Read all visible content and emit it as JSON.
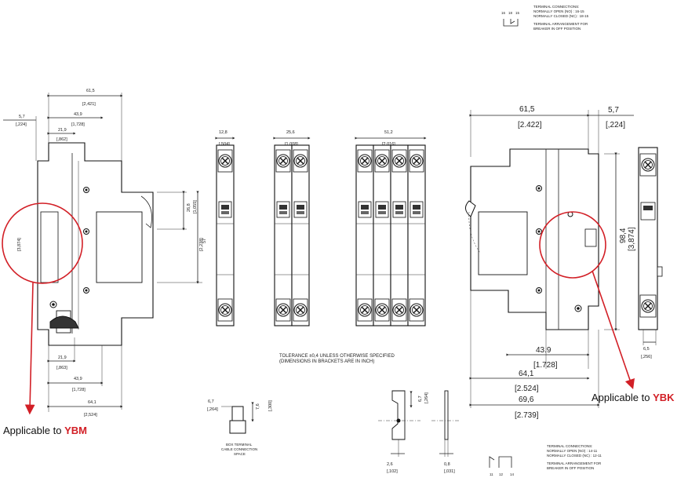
{
  "top_note": {
    "terminals": [
      "16",
      "18",
      "15"
    ],
    "lines": [
      "TERMINAL CONNECTIONS:",
      "NORMALLY OPEN (NO) : 16-15",
      "NORMALLY CLOSED (NC) : 18-15",
      "TERMINAL ARRANGEMENT FOR",
      "BREAKER IN OFF POSITION"
    ]
  },
  "bottom_note": {
    "terminals": [
      "11",
      "12",
      "14"
    ],
    "lines": [
      "TERMINAL CONNECTIONS:",
      "NORMALLY OPEN (NO) : 14-11",
      "NORMALLY CLOSED (NC) : 12-11",
      "TERMINAL ARRANGEMENT FOR",
      "BREAKER IN OFF POSITION"
    ]
  },
  "tolerance": [
    "TOLERANCE ±0,4 UNLESS OTHERWISE SPECIFIED",
    "(DIMENSIONS IN BRACKETS ARE IN INCH)"
  ],
  "left_view": {
    "d1": "61,5",
    "d1i": "[2,421]",
    "d2": "5,7",
    "d2i": "[,224]",
    "d3": "43,9",
    "d3i": "[1,728]",
    "d4": "21,9",
    "d4i": "[,862]",
    "d5": "26,8",
    "d5i": "[1,055]",
    "d6": "57",
    "d6i": "[2,238]",
    "d7": "[3,874]",
    "d8": "21,9",
    "d8i": "[,863]",
    "d9": "43,9",
    "d9i": "[1,728]",
    "d10": "64,1",
    "d10i": "[2,524]"
  },
  "front_views": {
    "w1": "12,8",
    "w1i": "[,504]",
    "w2": "25,6",
    "w2i": "[1,008]",
    "w4": "51,2",
    "w4i": "[2,016]"
  },
  "right_view": {
    "d1": "61,5",
    "d1i": "[2.422]",
    "d2": "5,7",
    "d2i": "[,224]",
    "d3": "98,4",
    "d3i": "[3,874]",
    "d4": "43.9",
    "d4i": "[1.728]",
    "d5": "64,1",
    "d5i": "[2.524]",
    "d6": "69,6",
    "d6i": "[2.739]",
    "d7": "6,5",
    "d7i": "[,256]"
  },
  "box_terminal": {
    "d1": "6,7",
    "d1i": "[,264]",
    "d2": "7,6",
    "d2i": "[,300]",
    "caption": [
      "BOX TERMINAL",
      "CABLE CONNECTION",
      "SPACE"
    ]
  },
  "terminal_detail": {
    "d1": "6,7",
    "d1i": "[,264]",
    "d2": "2,6",
    "d2i": "[,102]",
    "d3": "0,8",
    "d3i": "[,031]"
  },
  "callouts": {
    "left_prefix": "Applicable to ",
    "left_model": "YBM",
    "right_prefix": "Applicable to ",
    "right_model": "YBK"
  },
  "colors": {
    "callout_red": "#d21f26",
    "line": "#222222"
  }
}
